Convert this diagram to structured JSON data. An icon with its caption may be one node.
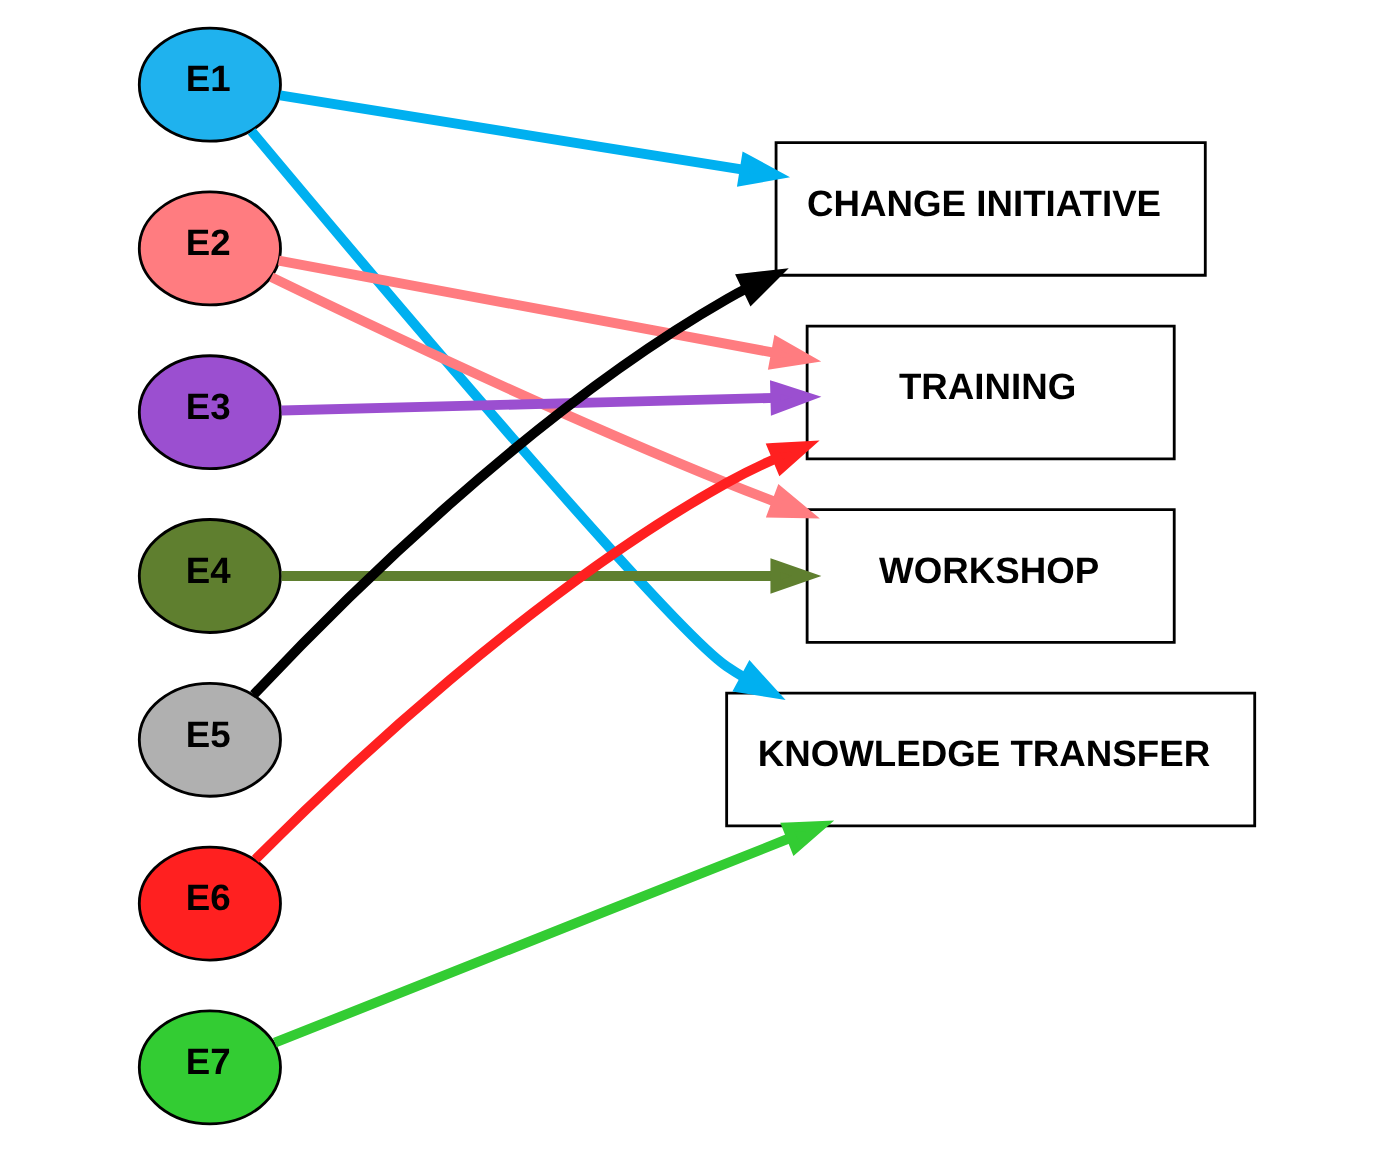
{
  "diagram": {
    "nodes": [
      {
        "text": [
          "E1"
        ]
      },
      {
        "text": [
          "E2"
        ]
      },
      {
        "text": [
          "E3"
        ]
      },
      {
        "text": [
          "E4"
        ]
      },
      {
        "text": [
          "E5"
        ]
      },
      {
        "text": [
          "E6"
        ]
      },
      {
        "text": [
          "E7"
        ]
      },
      {
        "text": [
          "CHANGE INITIATIVE"
        ]
      },
      {
        "text": [
          "TRAINING"
        ]
      },
      {
        "text": [
          "WORKSHOP"
        ]
      },
      {
        "text": [
          "KNOWLEDGE TRANSFER"
        ]
      }
    ],
    "edges": [
      {
        "from": 0,
        "to": 7,
        "arrow": "to",
        "color": "#00b0f0"
      },
      {
        "from": 0,
        "to": 10,
        "arrow": "to",
        "color": "#00b0f0"
      },
      {
        "from": 1,
        "to": 8,
        "arrow": "to",
        "color": "#ff7c80"
      },
      {
        "from": 1,
        "to": 9,
        "arrow": "to",
        "color": "#ff7c80"
      },
      {
        "from": 2,
        "to": 8,
        "arrow": "to",
        "color": "#9b4fd0"
      },
      {
        "from": 3,
        "to": 9,
        "arrow": "to",
        "color": "#5f7f2f"
      },
      {
        "from": 4,
        "to": 7,
        "arrow": "to",
        "color": "#000000"
      },
      {
        "from": 5,
        "to": 8,
        "arrow": "to",
        "color": "#ff2020"
      },
      {
        "from": 6,
        "to": 10,
        "arrow": "to",
        "color": "#33cc33"
      }
    ]
  }
}
